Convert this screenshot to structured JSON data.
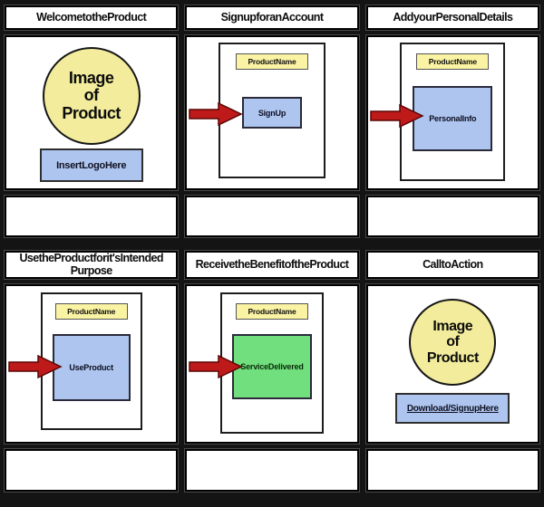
{
  "board": {
    "colors": {
      "background": "#141414",
      "panel_fill": "#FFFFFF",
      "panel_border": "#000000",
      "circle_fill": "#F2EC9C",
      "banner_fill": "#FAF3A3",
      "blue_fill": "#AEC6EF",
      "green_fill": "#72DF7E",
      "arrow_fill": "#BE1A1A"
    },
    "panels": [
      {
        "title": "WelcometotheProduct",
        "circle_text": "Image\nof\nProduct",
        "button_label": "InsertLogoHere",
        "description": ""
      },
      {
        "title": "SignupforanAccount",
        "banner_label": "ProductName",
        "box_label": "SignUp",
        "description": ""
      },
      {
        "title": "AddyourPersonalDetails",
        "banner_label": "ProductName",
        "box_label": "PersonalInfo",
        "description": ""
      },
      {
        "title": "UsetheProductforit'sIntended Purpose",
        "banner_label": "ProductName",
        "box_label": "UseProduct",
        "description": ""
      },
      {
        "title": "ReceivetheBenefitoftheProduct",
        "banner_label": "ProductName",
        "box_label": "ServiceDelivered",
        "description": ""
      },
      {
        "title": "CalltoAction",
        "circle_text": "Image\nof\nProduct",
        "button_label": "Download/SignupHere",
        "description": ""
      }
    ]
  }
}
